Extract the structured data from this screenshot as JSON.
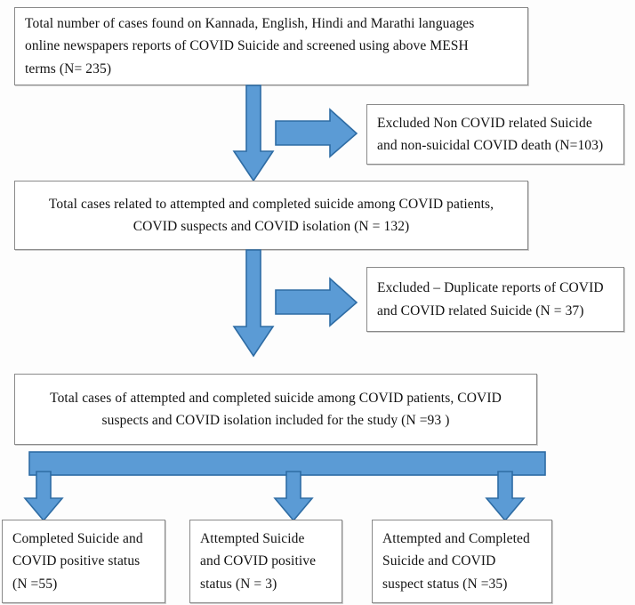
{
  "diagram": {
    "type": "prisma-flowchart",
    "title": "COVID suicide online newspaper report screening flow",
    "accent_color": "#5B9BD5",
    "accent_stroke_color": "#2E6CA4",
    "box_border_color": "#8A8A8A",
    "text_color": "#121212",
    "background_color": "#FDFDFD"
  },
  "nodes": {
    "identification": {
      "id": "box-top",
      "lines": [
        "Total number of cases found on Kannada, English, Hindi and Marathi languages",
        "online newspapers reports of COVID Suicide and screened using above MESH",
        "terms (N= 235)"
      ],
      "count_label": "N= 235",
      "count": 235,
      "align": "left"
    },
    "excluded_1": {
      "id": "box-excl-1",
      "lines": [
        "Excluded Non COVID related Suicide",
        "and non-suicidal COVID death (N=103)"
      ],
      "count_label": "N=103",
      "count": 103,
      "align": "left"
    },
    "screening": {
      "id": "box-mid",
      "lines": [
        "Total cases related to attempted and completed suicide among COVID patients,",
        "COVID suspects and COVID isolation (N = 132)"
      ],
      "count_label": "N = 132",
      "count": 132,
      "align": "center"
    },
    "excluded_2": {
      "id": "box-excl-2",
      "lines": [
        "Excluded – Duplicate reports of COVID",
        "and COVID related Suicide (N = 37)"
      ],
      "count_label": "N = 37",
      "count": 37,
      "align": "left"
    },
    "included": {
      "id": "box-incl",
      "lines": [
        "Total cases of attempted and completed suicide among COVID patients, COVID",
        "suspects and COVID isolation included for the study (N =93 )"
      ],
      "count_label": "N =93 ",
      "count": 93,
      "align": "center"
    },
    "outcomes": [
      {
        "id": "box-out-1",
        "lines": [
          "Completed Suicide and",
          "COVID positive status",
          "(N =55)"
        ],
        "count_label": "N =55",
        "count": 55,
        "align": "left"
      },
      {
        "id": "box-out-2",
        "lines": [
          "Attempted Suicide",
          "and COVID positive",
          "status (N = 3)"
        ],
        "count_label": "N = 3",
        "count": 3,
        "align": "left"
      },
      {
        "id": "box-out-3",
        "lines": [
          "Attempted and Completed",
          "Suicide and COVID",
          "suspect status (N =35)"
        ],
        "count_label": "N =35",
        "count": 35,
        "align": "left"
      }
    ]
  },
  "connectors": {
    "down_1": {
      "name": "arrow-down-identification-to-screening",
      "direction": "down"
    },
    "right_1": {
      "name": "arrow-right-to-excluded-1",
      "direction": "right"
    },
    "down_2": {
      "name": "arrow-down-screening-to-included",
      "direction": "down"
    },
    "right_2": {
      "name": "arrow-right-to-excluded-2",
      "direction": "right"
    },
    "split": {
      "name": "split-bar-to-outcomes",
      "direction": "down-branch",
      "branches": 3
    }
  }
}
